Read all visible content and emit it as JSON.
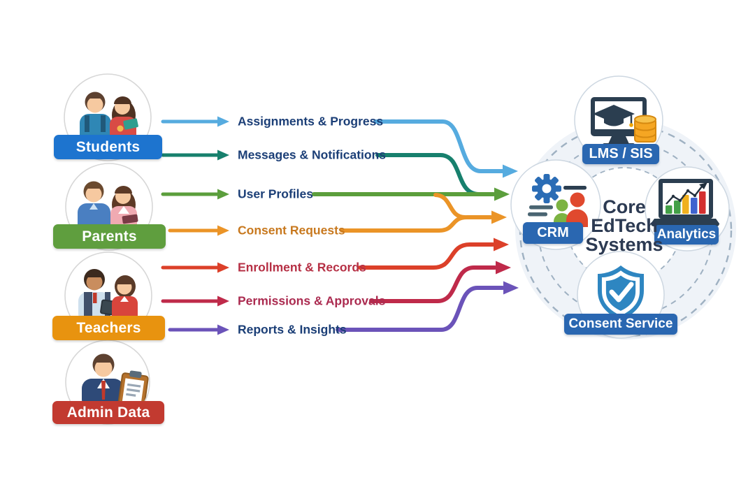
{
  "palette": {
    "node_box": "#2a67b1",
    "dashed_circle": "#9fb1c2",
    "cluster_fill": "#eff3f8",
    "center_text": "#2c3a52"
  },
  "actors": [
    {
      "label": "Students",
      "color": "#1d74cf"
    },
    {
      "label": "Parents",
      "color": "#5f9e3e"
    },
    {
      "label": "Teachers",
      "color": "#e8930f"
    },
    {
      "label": "Admin Data",
      "color": "#c23a30"
    }
  ],
  "flows": [
    {
      "label": "Assignments & Progress",
      "line_color": "#56abdf",
      "text_color": "#1c3f77"
    },
    {
      "label": "Messages & Notifications",
      "line_color": "#17806d",
      "text_color": "#1c3f77"
    },
    {
      "label": "User Profiles",
      "line_color": "#5b9e3c",
      "text_color": "#1c3f77"
    },
    {
      "label": "Consent Requests",
      "line_color": "#eb9427",
      "text_color": "#c8791f"
    },
    {
      "label": "Enrollment & Records",
      "line_color": "#dc4029",
      "text_color": "#b63045"
    },
    {
      "label": "Permissions & Approvals",
      "line_color": "#bf2a4a",
      "text_color": "#ab2b50"
    },
    {
      "label": "Reports & Insights",
      "line_color": "#6b53b9",
      "text_color": "#1c3f77"
    }
  ],
  "systems": [
    {
      "label": "LMS / SIS"
    },
    {
      "label": "CRM"
    },
    {
      "label": "Analytics"
    },
    {
      "label": "Consent Service"
    }
  ],
  "center": {
    "line1": "Core",
    "line2": "EdTech",
    "line3": "Systems"
  }
}
